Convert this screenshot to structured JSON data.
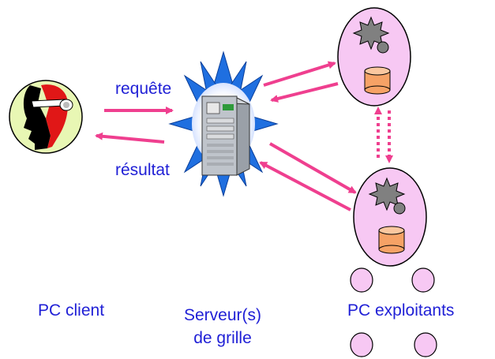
{
  "colors": {
    "text_blue": "#1f1fd6",
    "arrow_pink": "#ef3f8f",
    "node_fill": "#f7c8f3",
    "client_fill": "#e8f7b4",
    "star_blue": "#1f6fe0",
    "db_orange": "#f6a266"
  },
  "labels": {
    "request": "requête",
    "result": "résultat",
    "client": "PC client",
    "server_line1": "Serveur(s)",
    "server_line2": "de grille",
    "workers": "PC exploitants"
  },
  "icons": {
    "client": "user-head-icon",
    "server": "server-tower-icon",
    "gear": "gear-icon",
    "database": "database-icon"
  }
}
